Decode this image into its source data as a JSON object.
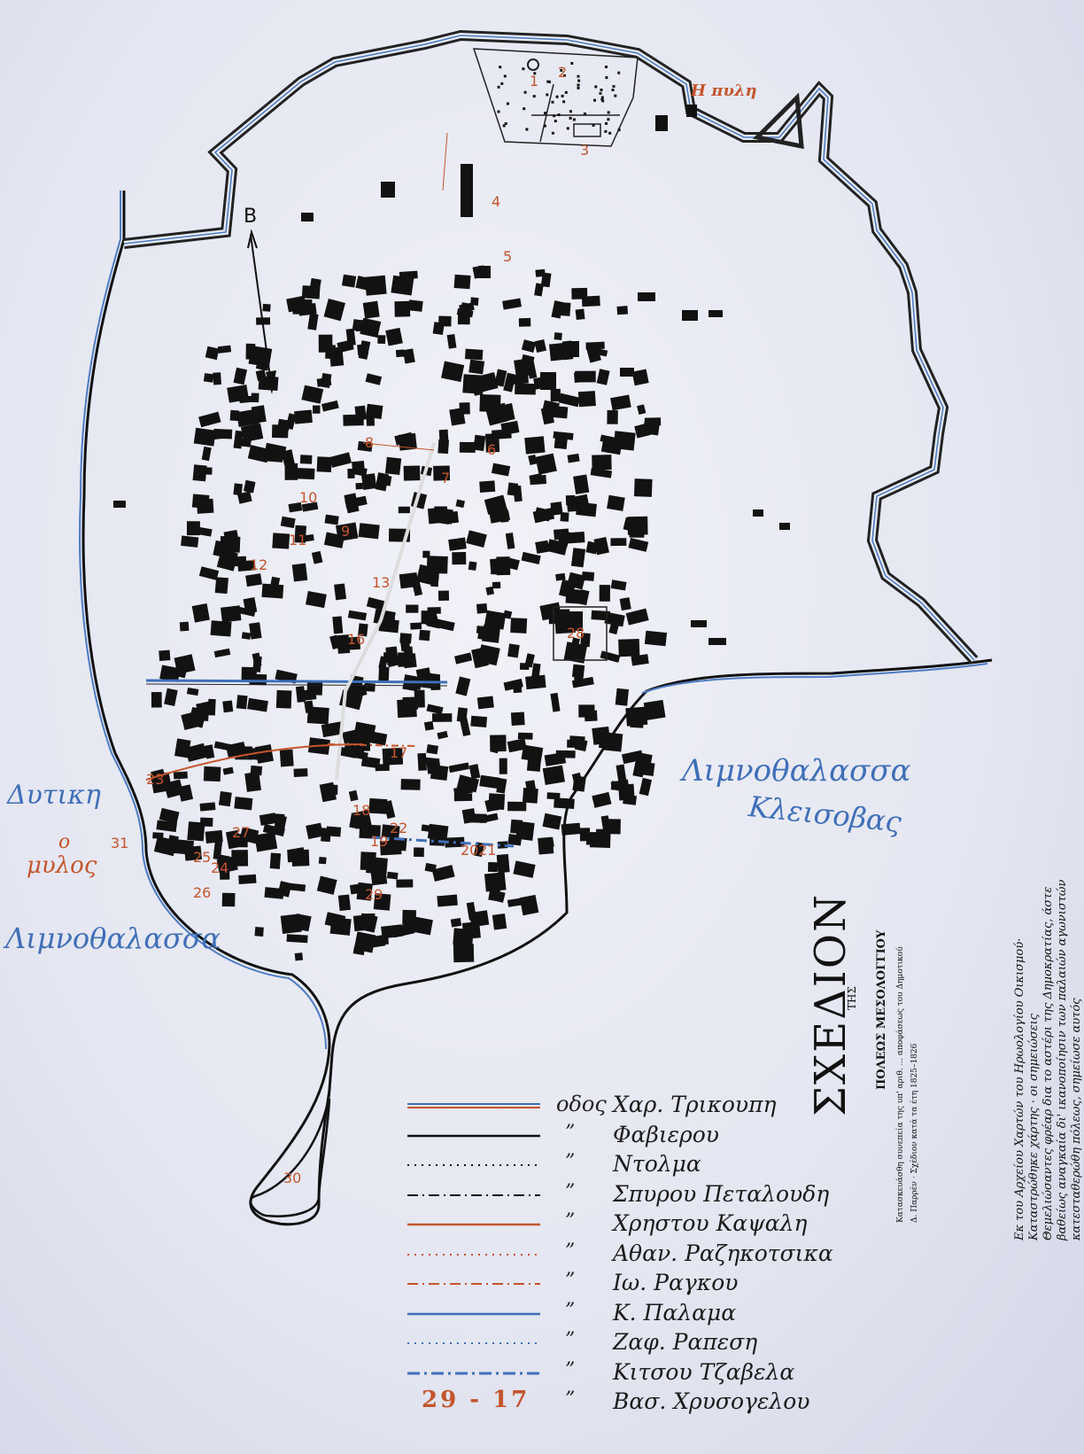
{
  "title": {
    "main": "ΣΧΕΔΙΟΝ",
    "article": "ΤΗΣ",
    "subtitle": "ΠΟΛΕΩΣ ΜΕΣΟΛΟΓΓΙΟΥ"
  },
  "credits": {
    "line1": "Κατασκευάσθη συνεπεία της υπ' αριθ. ... αποφάσεως του Δημοτικού",
    "line2": "Δ. Παρρέν · Σχέδιον κατά τα έτη 1825–1826"
  },
  "note": {
    "line1": "Εκ του Αρχείου Χαρτών του Ηρωολογίου Οικισμού·",
    "line2": "Καταστρώθηκε χάρτης · οι σημειώσεις",
    "line3": "Θεμελιώσαντες φρέαρ δια το αστέρι της Δημοκρατίας, άστε",
    "line4": "βαθείως αναγκαία δι' ικανοποίησιν των παλαιών αγωνιστών",
    "line5": "κατεσταθερώθη πόλεως, σημείωσε αυτός"
  },
  "labels": {
    "gate": "Η πυλη",
    "north": "Β",
    "lagoon_east_1": "Λιμνοθαλασσα",
    "lagoon_east_2": "Κλεισοβας",
    "west_1": "Δυτικη",
    "west_2": "Λιμνοθαλασσα",
    "mill_1": "ο",
    "mill_2": "μυλος"
  },
  "numbers": {
    "n1": "1",
    "n2": "2",
    "n3": "3",
    "n4": "4",
    "n5": "5",
    "n6": "6",
    "n7": "7",
    "n8": "8",
    "n9": "9",
    "n10": "10",
    "n11": "11",
    "n12": "12",
    "n13": "13",
    "n16": "16",
    "n17": "17",
    "n18": "18",
    "n19": "19",
    "n20": "20",
    "n21": "21",
    "n22": "22",
    "n23": "23",
    "n24": "24",
    "n25": "25",
    "n26": "26",
    "n27": "27",
    "n28": "28",
    "n29": "29",
    "n30": "30",
    "n31": "31"
  },
  "legend": {
    "prefix": "οδος",
    "ditto": "”",
    "code": "29 - 17",
    "items": [
      {
        "name": "Χαρ. Τρικουπη",
        "style": "double-red-blue"
      },
      {
        "name": "Φαβιερου",
        "style": "solid-black"
      },
      {
        "name": "Ντολμα",
        "style": "dotted-black"
      },
      {
        "name": "Σπυρου Πεταλουδη",
        "style": "dashdot-black"
      },
      {
        "name": "Χρηστου Καψαλη",
        "style": "solid-red"
      },
      {
        "name": "Αθαν. Ραζηκοτσικα",
        "style": "dotted-red"
      },
      {
        "name": "Ιω. Ραγκου",
        "style": "dashdot-red"
      },
      {
        "name": "Κ. Παλαμα",
        "style": "solid-blue"
      },
      {
        "name": "Ζαφ. Ραπεση",
        "style": "dotted-blue"
      },
      {
        "name": "Κιτσου Τζαβελα",
        "style": "dashdot-blue"
      },
      {
        "name": "Βασ. Χρυσογελου",
        "style": "code"
      }
    ]
  },
  "colors": {
    "ink": "#151515",
    "red": "#c4552c",
    "blue": "#3f6fb8",
    "paper": "#e9ebf4"
  }
}
